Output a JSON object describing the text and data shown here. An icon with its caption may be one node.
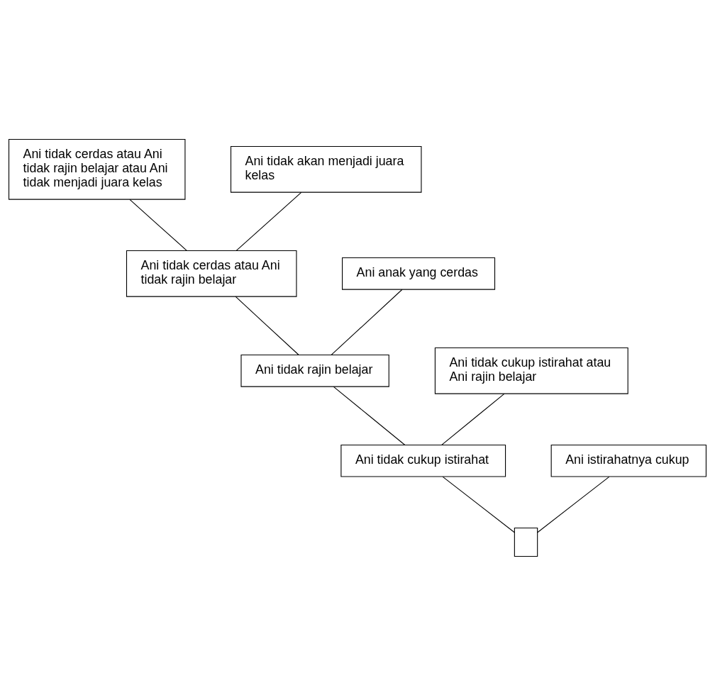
{
  "diagram": {
    "nodes": [
      {
        "text": [
          "Ani tidak cerdas atau Ani tidak rajin belajar atau Ani tidak menjadi juara kelas"
        ]
      },
      {
        "text": [
          "Ani tidak akan menjadi juara kelas"
        ]
      },
      {
        "text": [
          "Ani tidak cerdas atau Ani tidak rajin belajar"
        ]
      },
      {
        "text": [
          "Ani anak yang cerdas"
        ]
      },
      {
        "text": [
          "Ani tidak cukup istirahat atau Ani rajin belajar"
        ]
      },
      {
        "text": [
          "Ani tidak rajin belajar"
        ]
      },
      {
        "text": [
          "Ani tidak cukup istirahat"
        ]
      },
      {
        "text": [
          "Ani istirahatnya cukup"
        ]
      },
      {
        "text": [],
        "shape": "box"
      }
    ],
    "edges": [
      {
        "from": 0,
        "to": 2,
        "arrow": "none"
      },
      {
        "from": 1,
        "to": 2,
        "arrow": "none"
      },
      {
        "from": 2,
        "to": 5,
        "arrow": "none"
      },
      {
        "from": 3,
        "to": 5,
        "arrow": "none"
      },
      {
        "from": 4,
        "to": 6,
        "arrow": "none"
      },
      {
        "from": 5,
        "to": 6,
        "arrow": "none"
      },
      {
        "from": 6,
        "to": 8,
        "arrow": "none"
      },
      {
        "from": 7,
        "to": 8,
        "arrow": "none"
      }
    ]
  }
}
